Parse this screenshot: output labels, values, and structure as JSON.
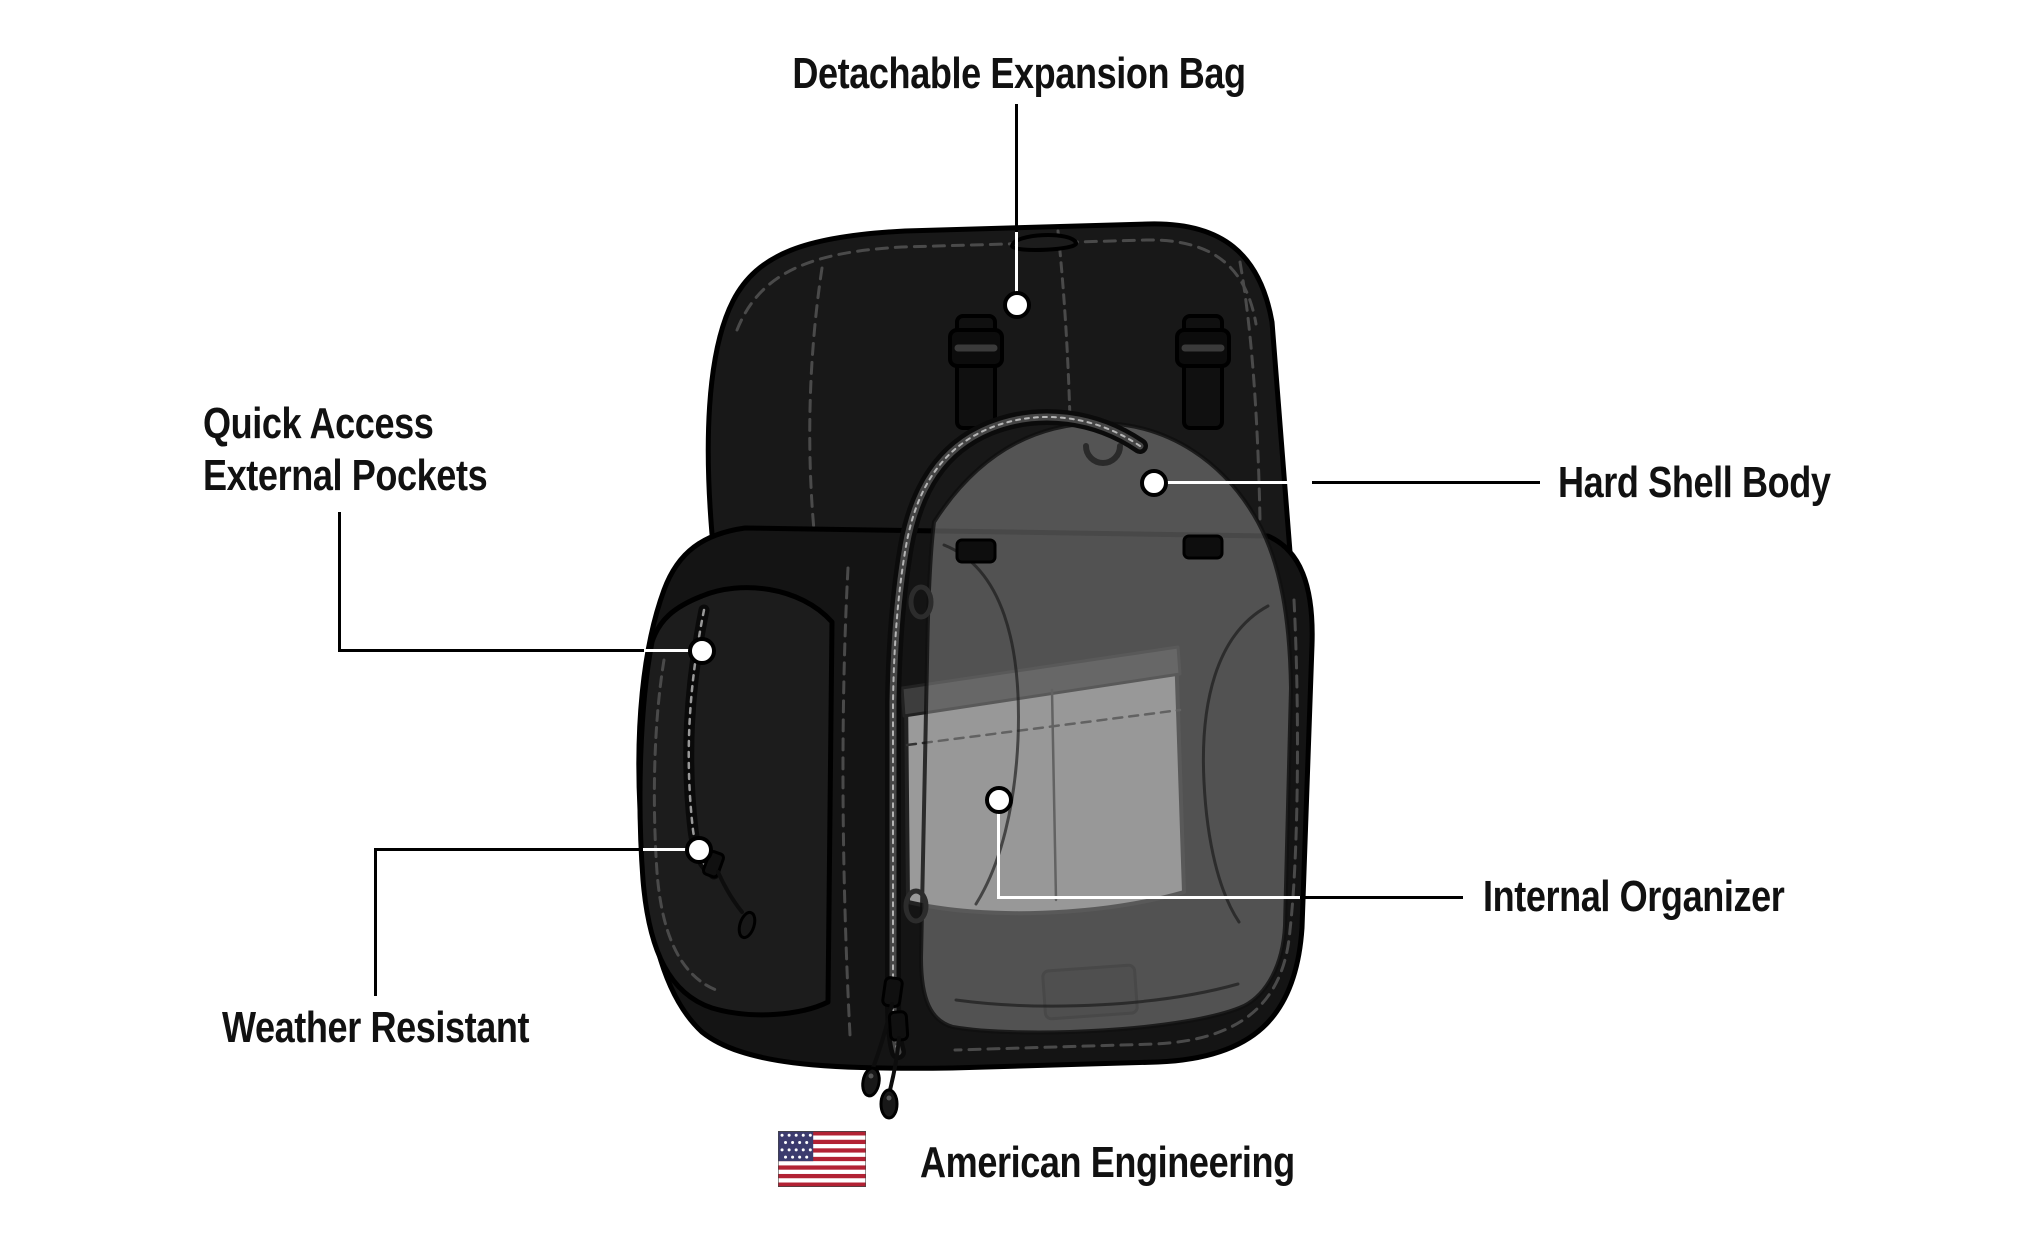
{
  "diagram": {
    "type": "product-feature-callout-diagram"
  },
  "callouts": {
    "expansion": {
      "label": "Detachable Expansion Bag"
    },
    "pockets": {
      "line1": "Quick Access",
      "line2": "External Pockets"
    },
    "hard_shell": {
      "label": "Hard Shell Body"
    },
    "organizer": {
      "label": "Internal Organizer"
    },
    "weather": {
      "label": "Weather Resistant"
    }
  },
  "footer": {
    "label": "American Engineering",
    "icon": "us-flag-icon"
  },
  "colors": {
    "background": "#ffffff",
    "text": "#111111",
    "callout_line": "#000000",
    "bag_black": "#151515",
    "outline_black": "#000000",
    "shell_gray": "#8f8f8f",
    "stitch_gray": "#4a4a4a",
    "flag_red": "#B22234",
    "flag_white": "#ffffff",
    "flag_blue": "#3C3B6E"
  }
}
